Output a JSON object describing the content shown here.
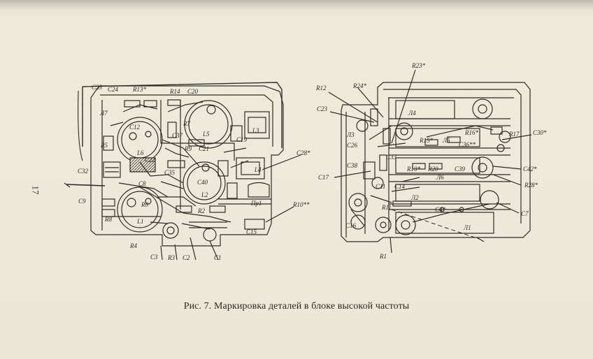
{
  "page_number": "17",
  "caption": "Рис. 7. Маркировка деталей в блоке высокой частоты",
  "left_block": {
    "labels": [
      {
        "id": "c23",
        "text": "C23"
      },
      {
        "id": "c24",
        "text": "C24"
      },
      {
        "id": "r13",
        "text": "R13*"
      },
      {
        "id": "r14",
        "text": "R14"
      },
      {
        "id": "c20",
        "text": "C20"
      },
      {
        "id": "l7",
        "text": "Л7"
      },
      {
        "id": "c32",
        "text": "C32"
      },
      {
        "id": "l6",
        "text": "L6"
      },
      {
        "id": "r7",
        "text": "R7"
      },
      {
        "id": "c37",
        "text": "C37"
      },
      {
        "id": "l5",
        "text": "L5"
      },
      {
        "id": "l3",
        "text": "L3"
      },
      {
        "id": "c19",
        "text": "C19"
      },
      {
        "id": "r5",
        "text": "R5"
      },
      {
        "id": "c22",
        "text": "C22"
      },
      {
        "id": "r9",
        "text": "R9"
      },
      {
        "id": "c21",
        "text": "C21"
      },
      {
        "id": "c35",
        "text": "C35"
      },
      {
        "id": "c40",
        "text": "C40"
      },
      {
        "id": "l4",
        "text": "L4"
      },
      {
        "id": "c28",
        "text": "C28*"
      },
      {
        "id": "c12",
        "text": "C12"
      },
      {
        "id": "l2",
        "text": "L2"
      },
      {
        "id": "c9",
        "text": "C9"
      },
      {
        "id": "r6",
        "text": "R6"
      },
      {
        "id": "c8",
        "text": "C8"
      },
      {
        "id": "r8",
        "text": "R8"
      },
      {
        "id": "l1",
        "text": "L1"
      },
      {
        "id": "r4",
        "text": "R4"
      },
      {
        "id": "r2",
        "text": "R2"
      },
      {
        "id": "pr1",
        "text": "Пр1"
      },
      {
        "id": "r10",
        "text": "R10**"
      },
      {
        "id": "c15",
        "text": "C15"
      },
      {
        "id": "c3",
        "text": "C3"
      },
      {
        "id": "r3",
        "text": "R3"
      },
      {
        "id": "c2",
        "text": "C2"
      },
      {
        "id": "c1",
        "text": "C1"
      }
    ]
  },
  "right_block": {
    "labels": [
      {
        "id": "r12",
        "text": "R12"
      },
      {
        "id": "r24",
        "text": "R24*"
      },
      {
        "id": "r23",
        "text": "R23*"
      },
      {
        "id": "c23r",
        "text": "C23"
      },
      {
        "id": "l4r",
        "text": "Л4"
      },
      {
        "id": "l3r",
        "text": "Л3"
      },
      {
        "id": "c26",
        "text": "C26"
      },
      {
        "id": "r16",
        "text": "R16*"
      },
      {
        "id": "r17",
        "text": "R17"
      },
      {
        "id": "c30",
        "text": "C30*"
      },
      {
        "id": "r15",
        "text": "R15*"
      },
      {
        "id": "l5r",
        "text": "Л5"
      },
      {
        "id": "c36",
        "text": "C36**"
      },
      {
        "id": "c38",
        "text": "C38"
      },
      {
        "id": "c33",
        "text": "C33"
      },
      {
        "id": "r19",
        "text": "R19*"
      },
      {
        "id": "r20",
        "text": "R20"
      },
      {
        "id": "c39",
        "text": "C39"
      },
      {
        "id": "c42",
        "text": "C42*"
      },
      {
        "id": "c17",
        "text": "C17"
      },
      {
        "id": "l6r",
        "text": "Л6"
      },
      {
        "id": "r28",
        "text": "R28*"
      },
      {
        "id": "c11",
        "text": "C11"
      },
      {
        "id": "c14",
        "text": "C14"
      },
      {
        "id": "l2r",
        "text": "Л2"
      },
      {
        "id": "c4",
        "text": "C4*"
      },
      {
        "id": "c7",
        "text": "C7"
      },
      {
        "id": "r11",
        "text": "R11"
      },
      {
        "id": "c16",
        "text": "C16"
      },
      {
        "id": "l1r",
        "text": "Л1"
      },
      {
        "id": "r1",
        "text": "R1"
      }
    ]
  }
}
